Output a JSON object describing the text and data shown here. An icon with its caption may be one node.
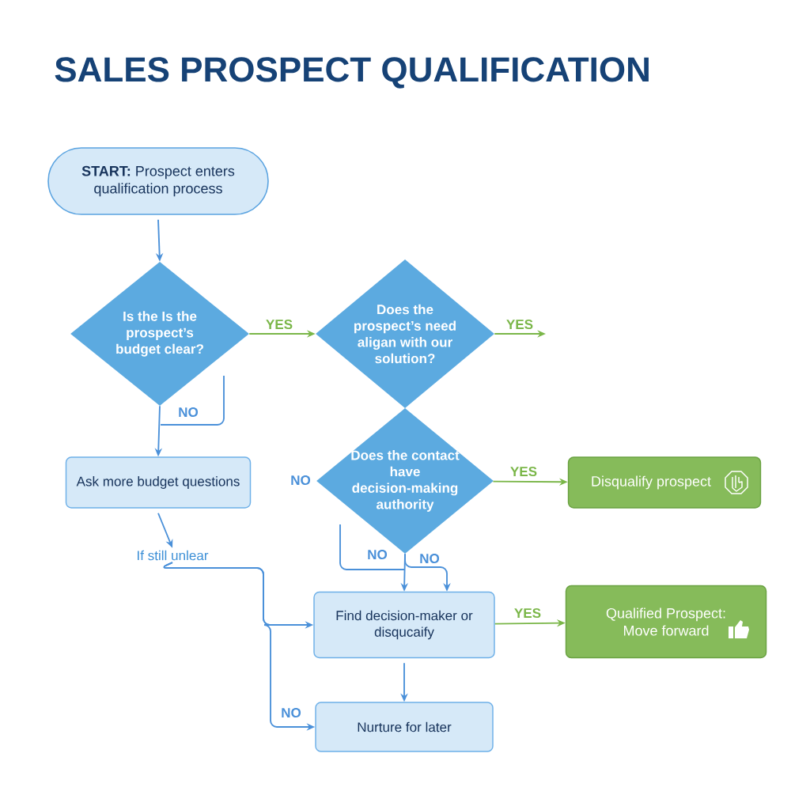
{
  "diagram": {
    "title": "SALES PROSPECT QUALIFICATION",
    "nodes": [
      {
        "text": [
          "**START:** Prospect enters qualification process"
        ]
      },
      {
        "text": [
          "Is the Is the prospect’s budget clear?"
        ]
      },
      {
        "text": [
          "Does the prospect’s need aligan with our solution?"
        ]
      },
      {
        "text": [
          "Does the contact have decision-making authority"
        ]
      },
      {
        "text": [
          "Ask more budget questions"
        ]
      },
      {
        "text": [
          "If still unlear"
        ]
      },
      {
        "text": [
          "Disqualify prospect"
        ]
      },
      {
        "text": [
          "Find decision-maker or disqucaify"
        ]
      },
      {
        "text": [
          "Qualified Prospect: Move forward"
        ]
      },
      {
        "text": [
          "Nurture for later"
        ]
      }
    ],
    "edges": [
      {
        "from": 0,
        "to": 1,
        "arrow": "to"
      },
      {
        "from": 1,
        "to": 2,
        "arrow": "to",
        "label": "YES",
        "color": "#7ab648"
      },
      {
        "from": 2,
        "to": null,
        "arrow": "to",
        "label": "YES",
        "color": "#7ab648"
      },
      {
        "from": 1,
        "to": 4,
        "arrow": "to",
        "label": "NO"
      },
      {
        "from": 3,
        "to": 6,
        "arrow": "to",
        "label": "YES",
        "color": "#7ab648"
      },
      {
        "from": 3,
        "to": 7,
        "arrow": "to",
        "label": "NO"
      },
      {
        "from": 3,
        "to": 7,
        "arrow": "to",
        "label": "NO"
      },
      {
        "from": 4,
        "to": 5,
        "arrow": "to"
      },
      {
        "from": 5,
        "to": 7,
        "arrow": "to"
      },
      {
        "from": 5,
        "to": 9,
        "arrow": "to",
        "label": "NO"
      },
      {
        "from": 7,
        "to": 8,
        "arrow": "to",
        "label": "YES",
        "color": "#7ab648"
      },
      {
        "from": 7,
        "to": 9,
        "arrow": "to"
      }
    ],
    "labels": [
      "NO"
    ]
  }
}
